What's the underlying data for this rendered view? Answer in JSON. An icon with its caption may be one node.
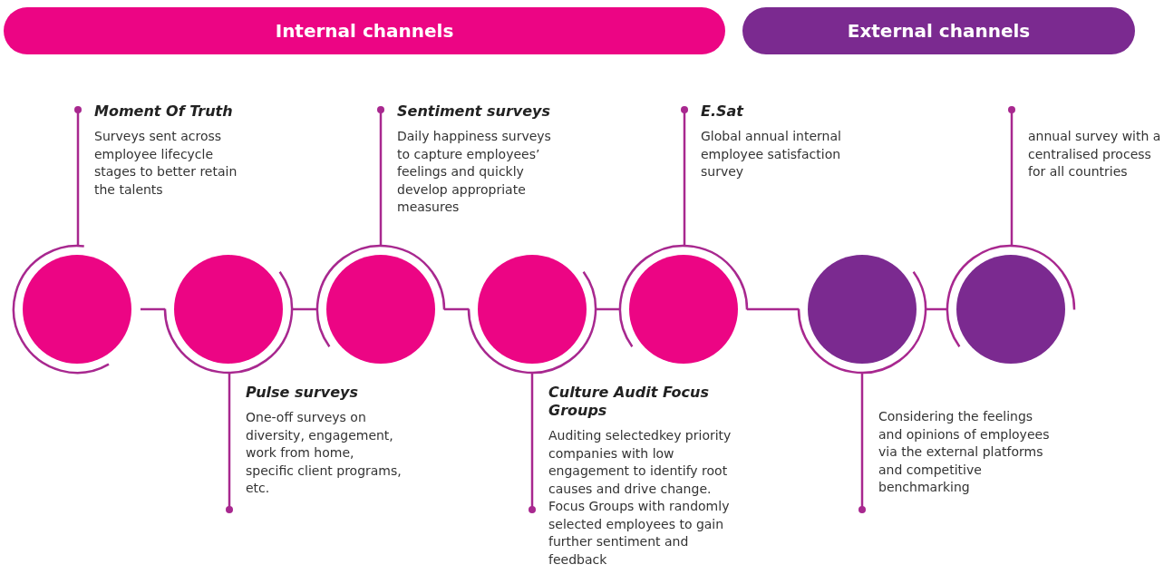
{
  "diagram": {
    "nodes": [
      {
        "text": [
          "Internal channels"
        ]
      },
      {
        "text": [
          "External channels"
        ]
      },
      {
        "text": [
          "Moment Of Truth",
          "Surveys sent across employee lifecycle stages to better retain the talents"
        ]
      },
      {
        "text": [
          "Sentiment surveys",
          "Daily happiness surveys to capture employees’ feelings and quickly develop appropriate measures"
        ]
      },
      {
        "text": [
          "E.Sat",
          "Global annual internal employee satisfaction survey"
        ]
      },
      {
        "text": [
          "annual survey with a centralised process for all countries"
        ]
      },
      {
        "text": [],
        "shape": "circle"
      },
      {
        "text": [],
        "shape": "circle"
      },
      {
        "text": [],
        "shape": "circle"
      },
      {
        "text": [],
        "shape": "circle"
      },
      {
        "text": [],
        "shape": "circle"
      },
      {
        "text": [],
        "shape": "circle"
      },
      {
        "text": [],
        "shape": "circle"
      },
      {
        "text": [
          "Pulse surveys",
          "One-off surveys on diversity, engagement, work from home, specific client programs, etc."
        ]
      },
      {
        "text": [
          "Culture Audit Focus Groups",
          "Auditing selectedkey priority companies with low engagement to identify root causes and drive change. Focus Groups with randomly selected employees to gain further sentiment and feedback"
        ]
      },
      {
        "text": [
          "Considering the feelings and opinions of employees via the external platforms and competitive benchmarking"
        ]
      }
    ],
    "edges": [
      {
        "from": 2,
        "to": 6,
        "arrow": "other"
      },
      {
        "from": 13,
        "to": 7,
        "arrow": "other"
      },
      {
        "from": 3,
        "to": 8,
        "arrow": "other"
      },
      {
        "from": 14,
        "to": 9,
        "arrow": "other"
      },
      {
        "from": 4,
        "to": 10,
        "arrow": "other"
      },
      {
        "from": 15,
        "to": 11,
        "arrow": "other"
      },
      {
        "from": 5,
        "to": 12,
        "arrow": "other"
      },
      {
        "from": 6,
        "to": 7,
        "arrow": "none"
      },
      {
        "from": 7,
        "to": 8,
        "arrow": "none"
      },
      {
        "from": 8,
        "to": 9,
        "arrow": "none"
      },
      {
        "from": 9,
        "to": 10,
        "arrow": "none"
      },
      {
        "from": 10,
        "to": 11,
        "arrow": "none"
      },
      {
        "from": 11,
        "to": 12,
        "arrow": "none"
      }
    ]
  }
}
